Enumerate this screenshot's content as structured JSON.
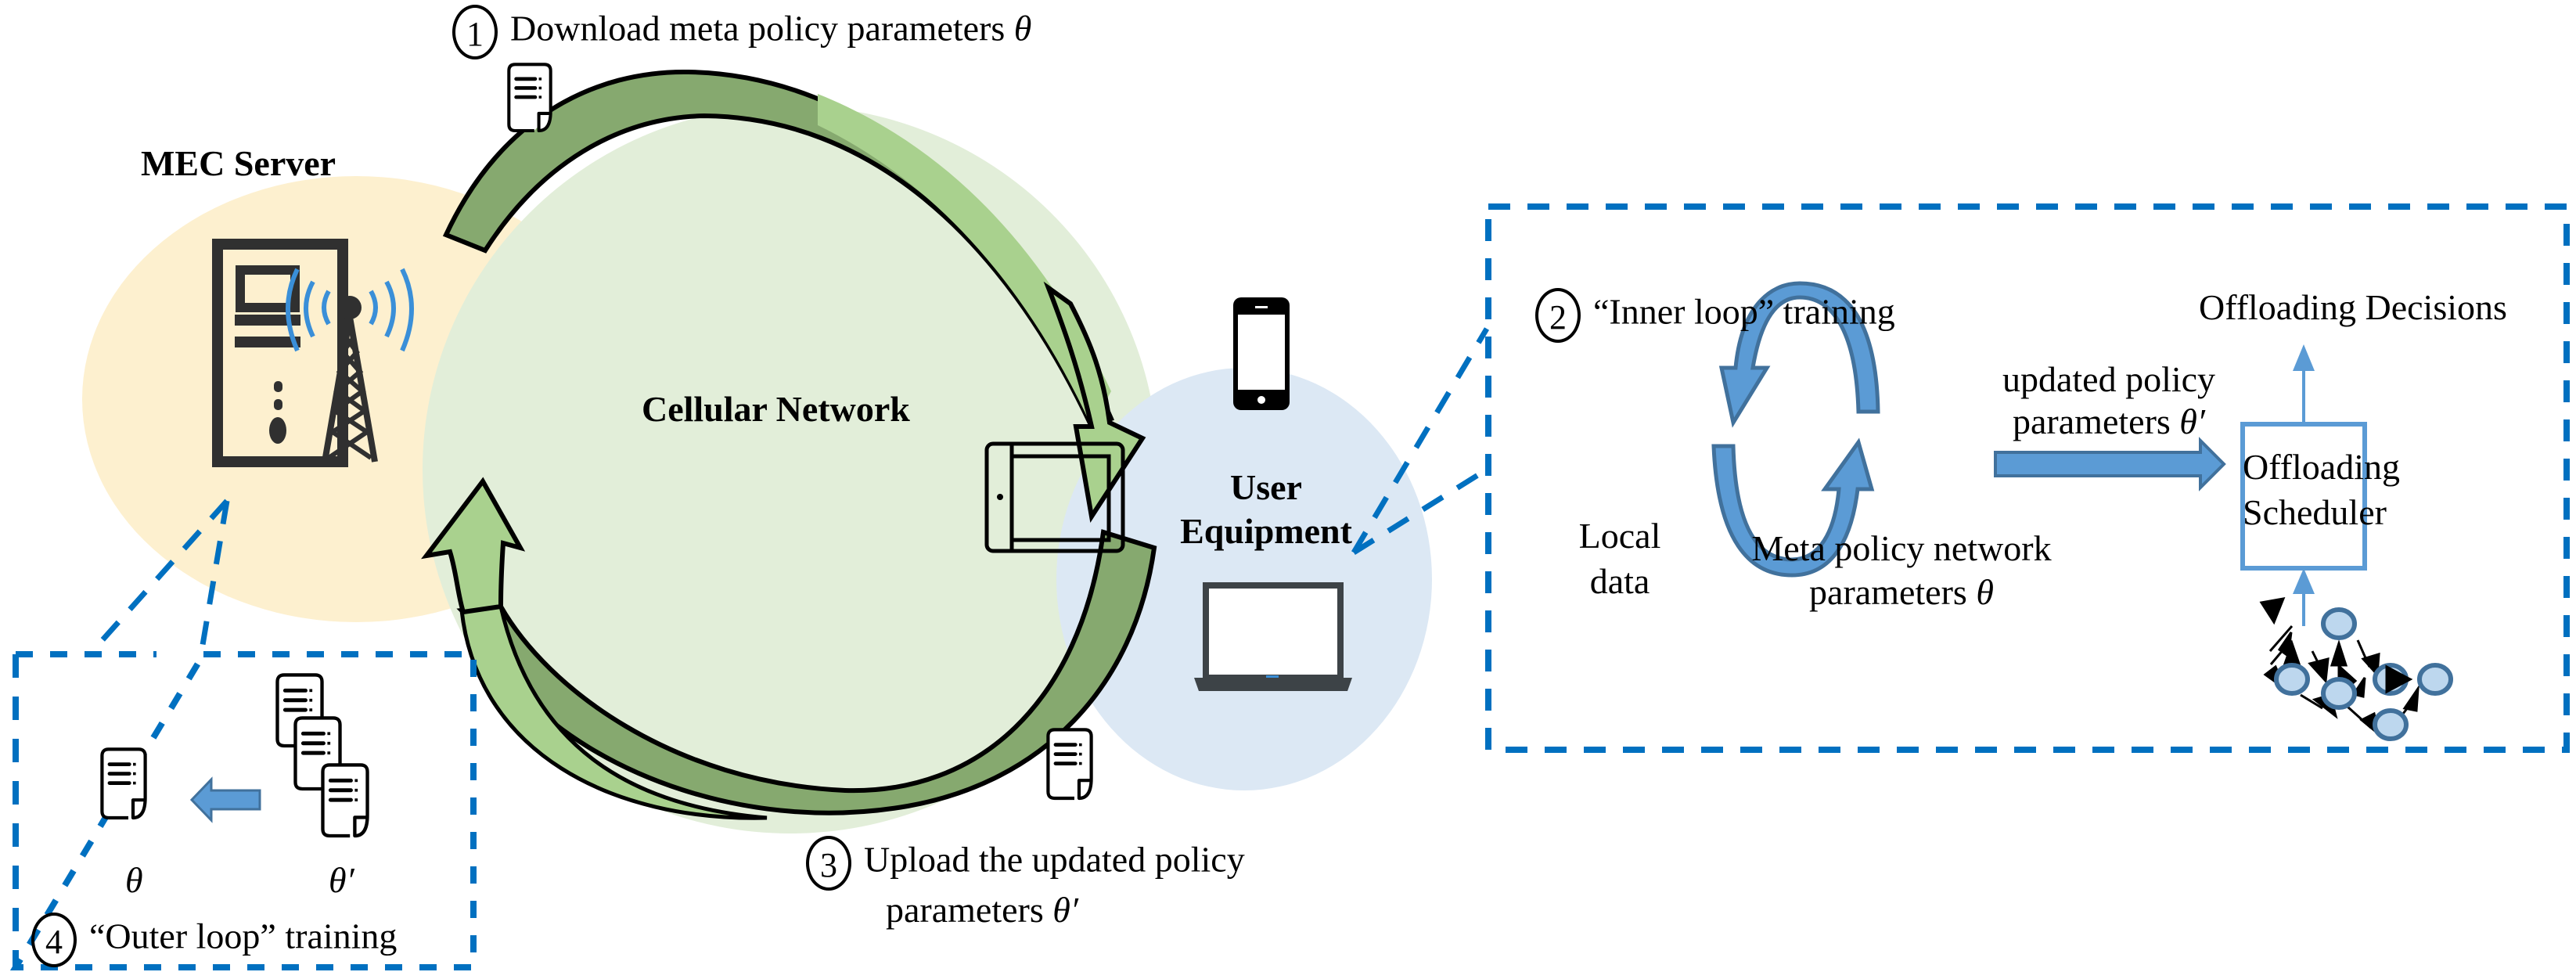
{
  "nodes": {
    "mec_server": {
      "label": "MEC Server"
    },
    "cellular_network": {
      "label": "Cellular Network"
    },
    "user_equipment": {
      "label_line1": "User",
      "label_line2": "Equipment"
    }
  },
  "steps": [
    {
      "number": "1",
      "text": "Download meta policy parameters",
      "symbol": "θ"
    },
    {
      "number": "2",
      "text": "“Inner loop” training"
    },
    {
      "number": "3",
      "text_line1": "Upload the updated policy",
      "text_line2": "parameters",
      "symbol": "θ′"
    },
    {
      "number": "4",
      "text": "“Outer loop” training"
    }
  ],
  "inner_loop": {
    "local_data_line1": "Local",
    "local_data_line2": "data",
    "meta_line1": "Meta policy network",
    "meta_line2": "parameters",
    "meta_symbol": "θ",
    "updated_line1": "updated policy",
    "updated_line2": "parameters",
    "updated_symbol": "θ′",
    "scheduler_line1": "Offloading",
    "scheduler_line2": "Scheduler",
    "decisions": "Offloading Decisions"
  },
  "outer_loop": {
    "left_symbol": "θ",
    "right_symbol": "θ′"
  },
  "icons": [
    "server-icon",
    "cell-tower-icon",
    "smartphone-icon",
    "tablet-icon",
    "laptop-icon",
    "document-icon",
    "task-graph-icon"
  ],
  "colors": {
    "mec_bg": "#FDF0CF",
    "network_bg": "#E2EED9",
    "ue_bg": "#DCE8F4",
    "arrow_dark_green": "#86A96F",
    "arrow_light_green": "#A9D18E",
    "dashed_blue": "#0070C0",
    "loop_blue": "#4F81BD",
    "accent_blue": "#5B9BD5",
    "node_fill": "#BDD7EE",
    "node_stroke": "#41719C",
    "icon_dark": "#303030"
  }
}
